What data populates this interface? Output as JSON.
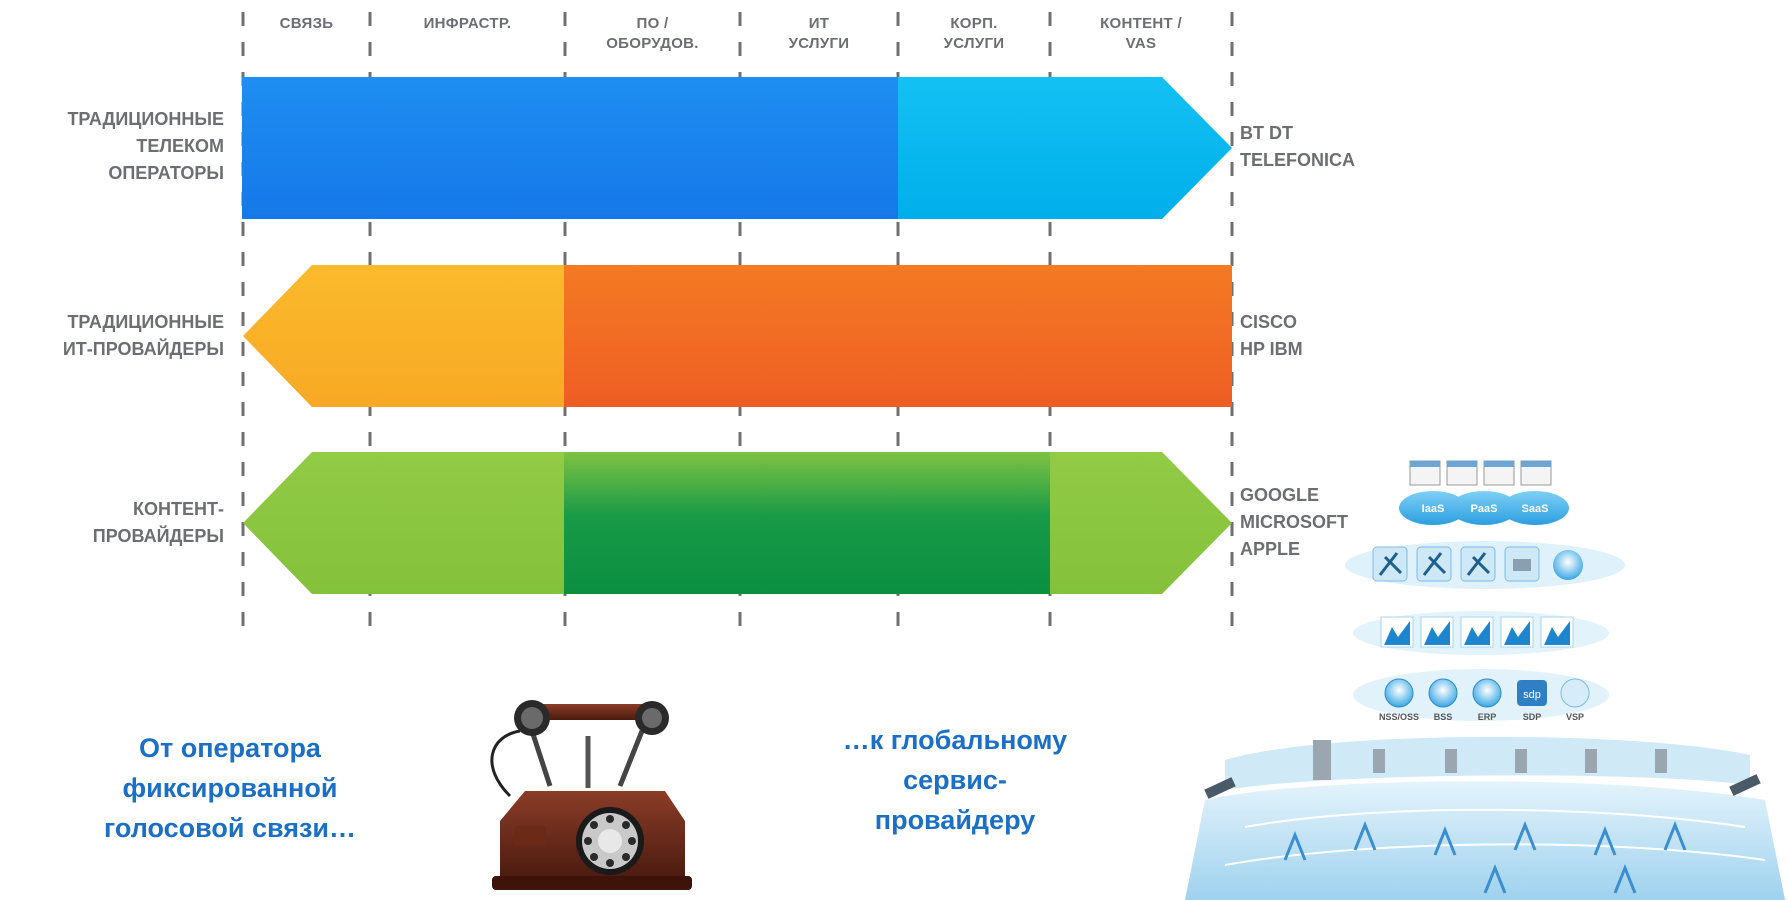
{
  "columns": [
    {
      "label": "СВЯЗЬ"
    },
    {
      "label": "ИНФРАСТР."
    },
    {
      "label": "ПО /\nОБОРУДОВ."
    },
    {
      "label": "ИТ\nУСЛУГИ"
    },
    {
      "label": "КОРП.\nУСЛУГИ"
    },
    {
      "label": "КОНТЕНТ /\nVAS"
    }
  ],
  "rows": [
    {
      "label": "ТРАДИЦИОННЫЕ\nТЕЛЕКОМ\nОПЕРАТОРЫ",
      "companies": "BT DT\nTELEFONICA"
    },
    {
      "label": "ТРАДИЦИОННЫЕ\nИТ-ПРОВАЙДЕРЫ",
      "companies": "CISCO\nHP IBM"
    },
    {
      "label": "КОНТЕНТ-\nПРОВАЙДЕРЫ",
      "companies": "GOOGLE\nMICROSOFT\nAPPLE"
    }
  ],
  "colors": {
    "telecom_main": "#1a84f0",
    "telecom_tip": "#00b8f1",
    "it_tail": "#f9b128",
    "it_main": "#f26a22",
    "content_side": "#8cc63f",
    "content_core": "#0e9648",
    "text_gray": "#6d6e71",
    "caption_blue": "#1b6fc4"
  },
  "captions": {
    "left": "От оператора\nфиксированной\nголосовой связи…",
    "right": "…к глобальному\nсервис-\nпровайдеру"
  },
  "service_layers": {
    "cloud": [
      "IaaS",
      "PaaS",
      "SaaS"
    ],
    "systems": [
      "NSS/OSS",
      "BSS",
      "ERP",
      "SDP",
      "VSP"
    ],
    "sdp_badge": "sdp"
  }
}
